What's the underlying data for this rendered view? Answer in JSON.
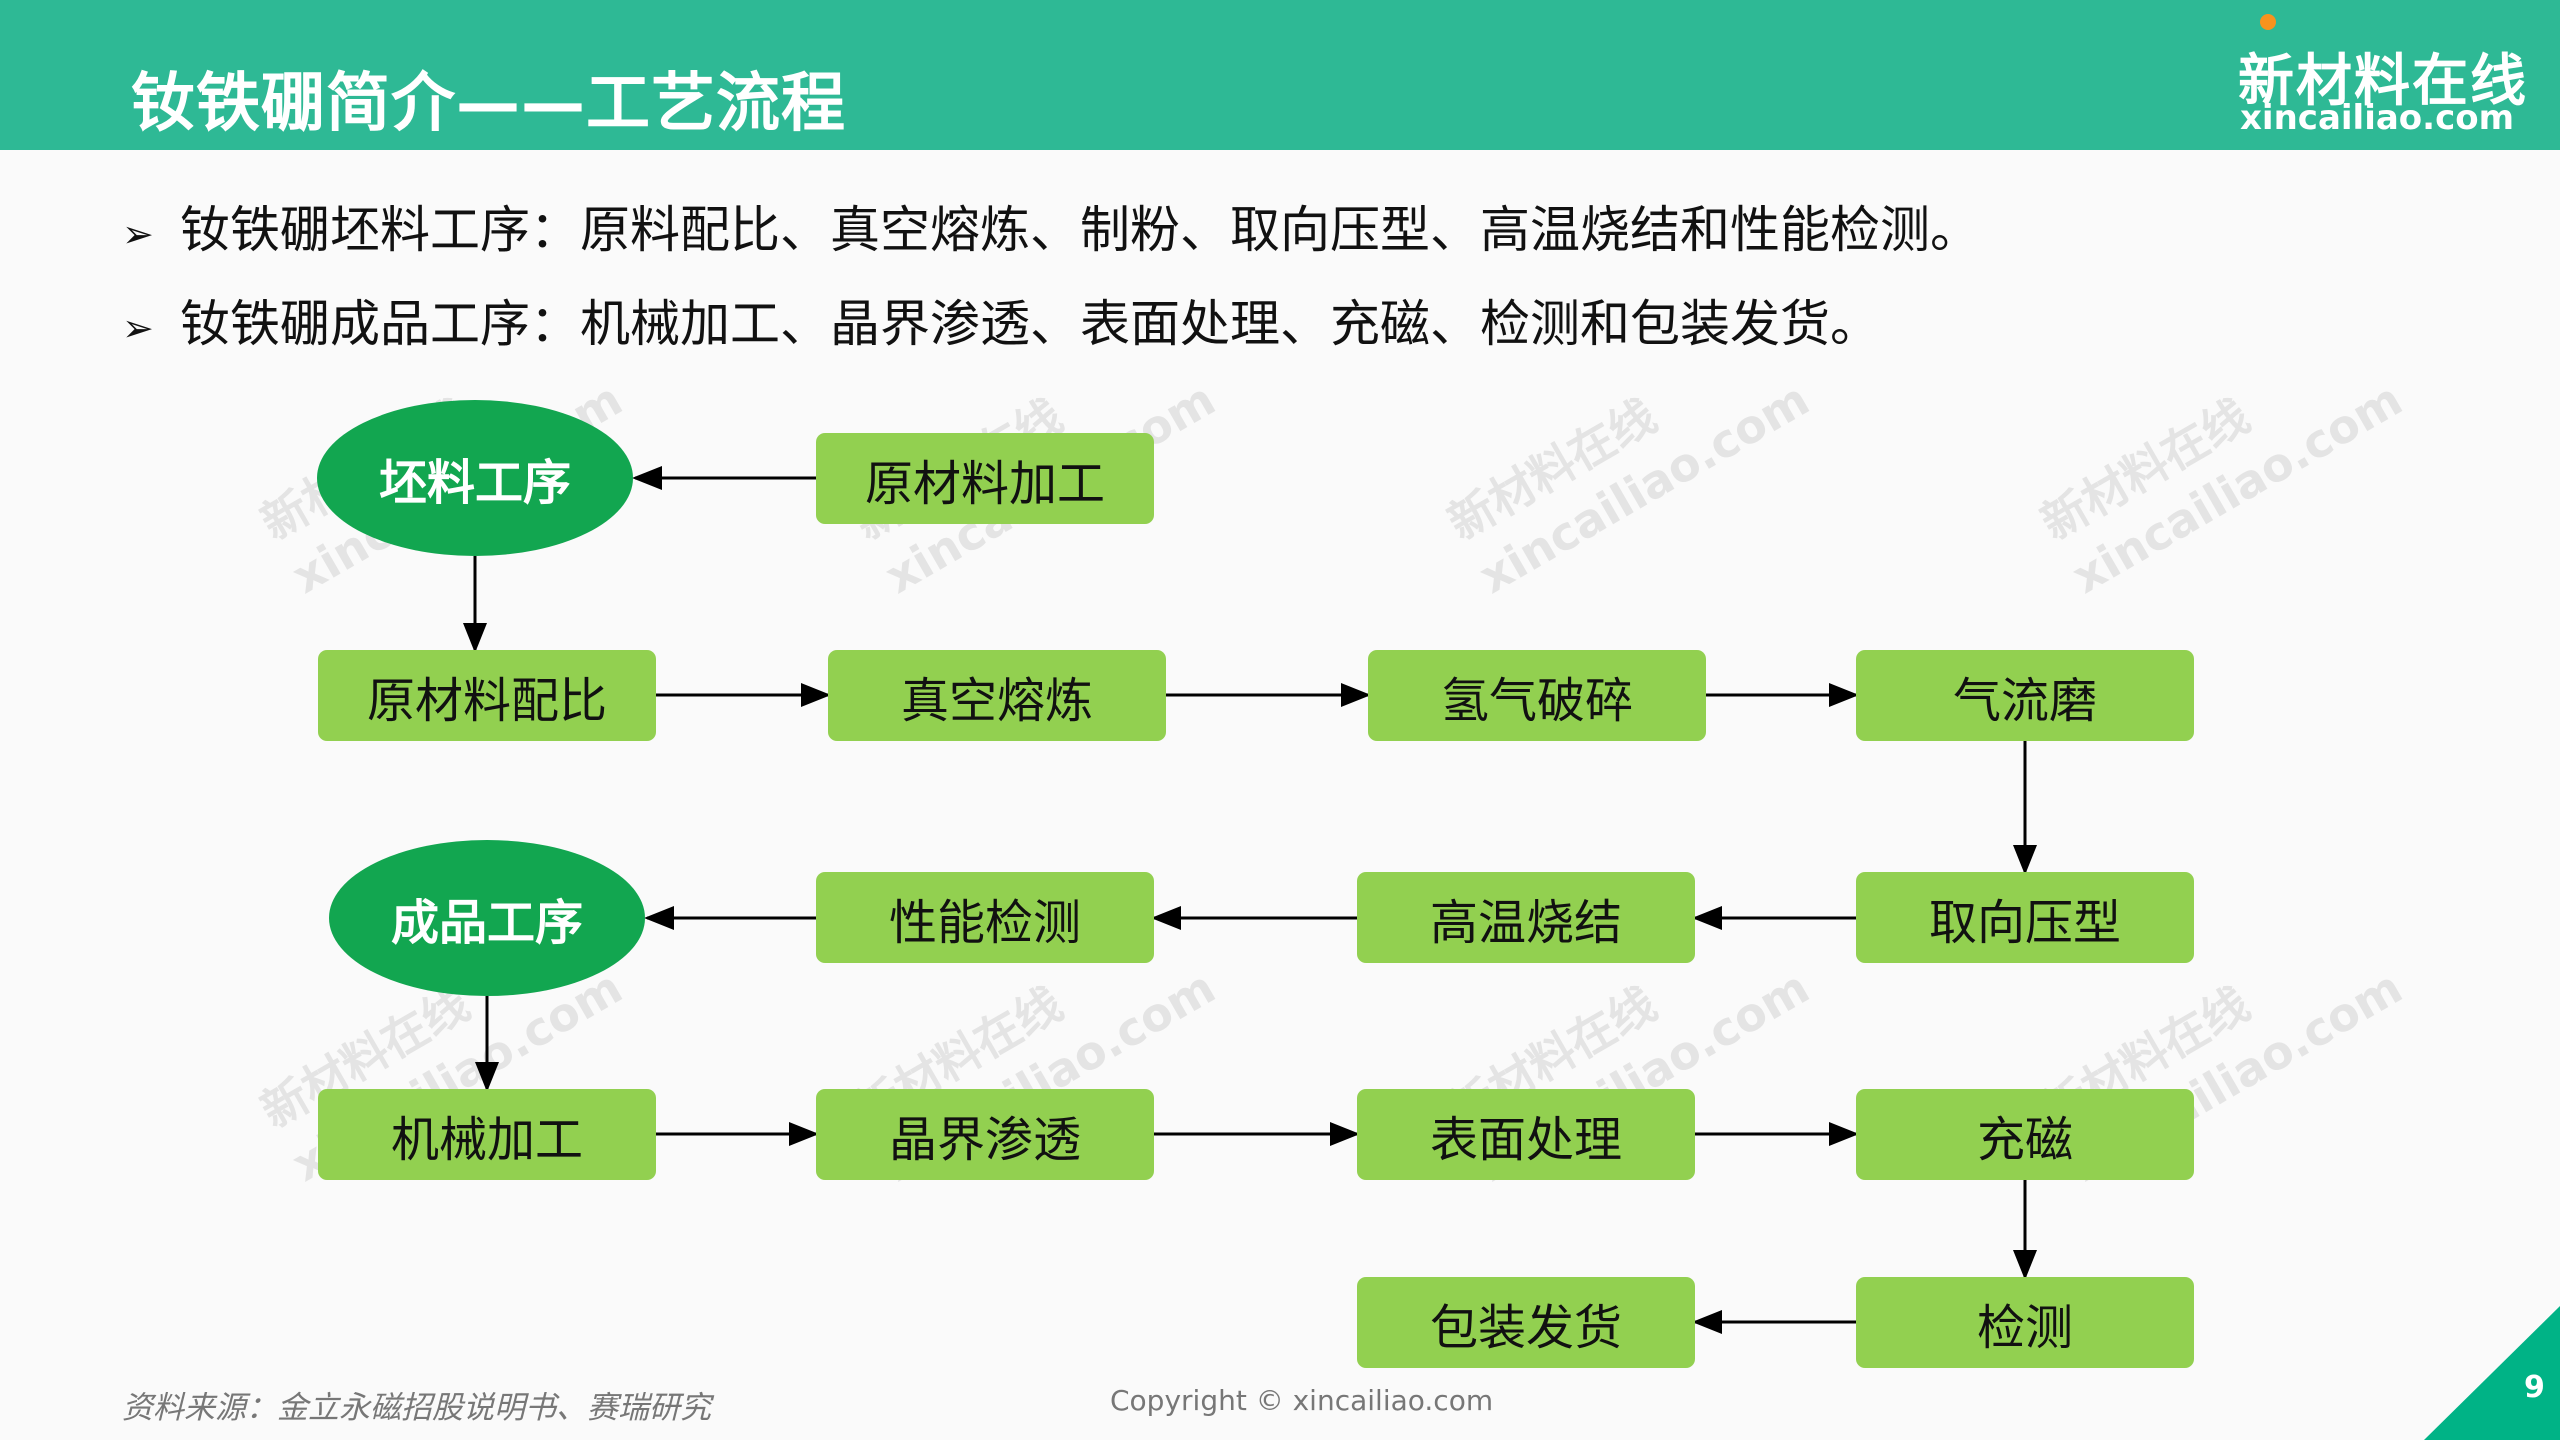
{
  "header": {
    "title": "钕铁硼简介——工艺流程",
    "logo_cn": "新材料在线",
    "logo_en": "xincailiao.com"
  },
  "bullets": [
    {
      "marker": "➢",
      "text": "钕铁硼坯料工序：原料配比、真空熔炼、制粉、取向压型、高温烧结和性能检测。"
    },
    {
      "marker": "➢",
      "text": "钕铁硼成品工序：机械加工、晶界渗透、表面处理、充磁、检测和包装发货。"
    }
  ],
  "flow": {
    "blank_stage": "坯料工序",
    "finished_stage": "成品工序",
    "raw_processing": "原材料加工",
    "steps": {
      "ratio": "原材料配比",
      "vacuum": "真空熔炼",
      "hydrogen": "氢气破碎",
      "jetmill": "气流磨",
      "pressing": "取向压型",
      "sintering": "高温烧结",
      "testing1": "性能检测",
      "machining": "机械加工",
      "diffusion": "晶界渗透",
      "surface": "表面处理",
      "magnetize": "充磁",
      "testing2": "检测",
      "packaging": "包装发货"
    }
  },
  "watermark": {
    "cn": "新材料在线",
    "en": "xincailiao.com"
  },
  "footer": {
    "source": "资料来源：金立永磁招股说明书、赛瑞研究",
    "copyright": "Copyright © xincailiao.com",
    "page": "9"
  },
  "colors": {
    "header": "#2eb995",
    "box": "#92d050",
    "ellipse": "#12a650",
    "corner": "#00b386"
  }
}
